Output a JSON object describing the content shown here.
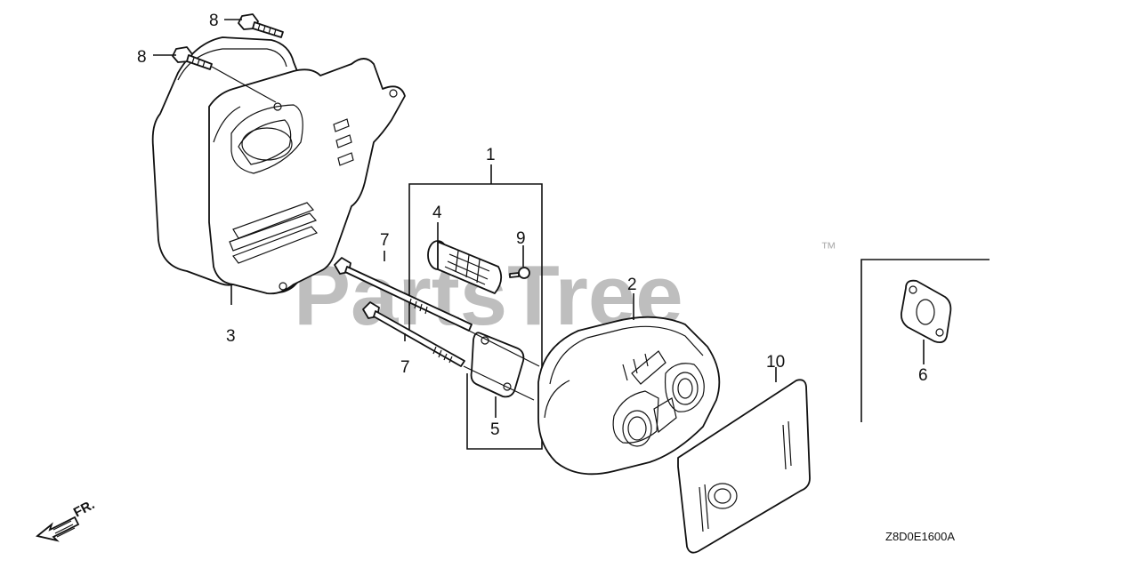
{
  "watermark": {
    "text": "PartsTree",
    "trademark": "™"
  },
  "drawing_code": "Z8D0E1600A",
  "front_indicator": "FR.",
  "callouts": {
    "c1": "1",
    "c2": "2",
    "c3": "3",
    "c4": "4",
    "c5": "5",
    "c6": "6",
    "c7a": "7",
    "c7b": "7",
    "c8a": "8",
    "c8b": "8",
    "c9": "9",
    "c10": "10"
  }
}
